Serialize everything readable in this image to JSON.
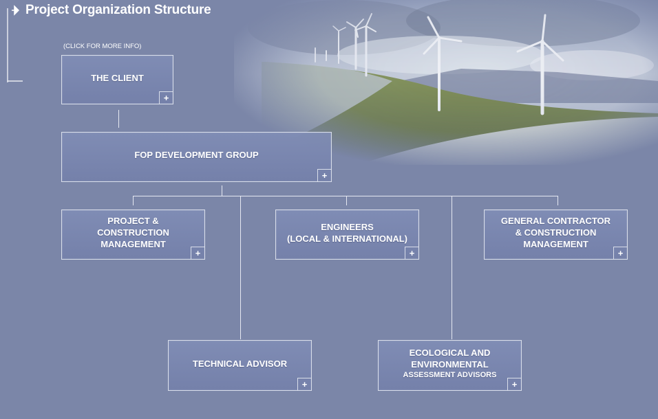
{
  "header": {
    "title": "Project Organization Structure",
    "hint": "(CLICK FOR MORE INFO)"
  },
  "hero": {
    "icon": "wind-turbine-landscape-image"
  },
  "colors": {
    "background": "#7b86a8",
    "box_fill": "#7e89b0",
    "box_border": "#d9deea",
    "text": "#ffffff"
  },
  "org": {
    "client": {
      "lines": [
        "THE CLIENT"
      ],
      "expand": "+"
    },
    "fop": {
      "lines": [
        "FOP DEVELOPMENT GROUP"
      ],
      "expand": "+"
    },
    "pcm": {
      "lines": [
        "PROJECT &",
        "CONSTRUCTION",
        "MANAGEMENT"
      ],
      "expand": "+"
    },
    "engineers": {
      "lines": [
        "ENGINEERS",
        "(LOCAL & INTERNATIONAL)"
      ],
      "expand": "+"
    },
    "gc": {
      "lines": [
        "GENERAL CONTRACTOR",
        "& CONSTRUCTION",
        "MANAGEMENT"
      ],
      "expand": "+"
    },
    "tech": {
      "lines": [
        "TECHNICAL ADVISOR"
      ],
      "expand": "+"
    },
    "eco": {
      "lines": [
        "ECOLOGICAL AND",
        "ENVIRONMENTAL",
        "ASSESSMENT  ADVISORS"
      ],
      "expand": "+"
    }
  }
}
